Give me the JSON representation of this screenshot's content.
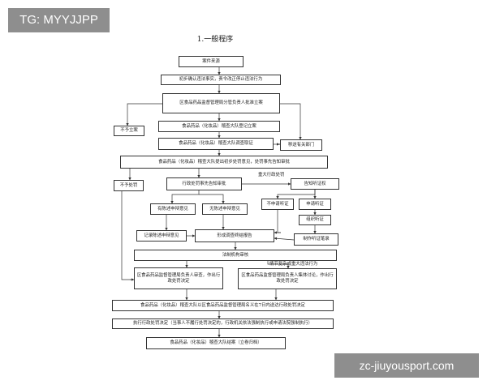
{
  "overlay": {
    "tg_label": "TG: MYYJJPP",
    "site_watermark": "zc-jiuyousport.com"
  },
  "diagram": {
    "title": "1.一般程序",
    "nodes": {
      "case_source": "案件来源",
      "preliminary": "初步确认违法事实，责令改正停止违法行为",
      "approval": "区食品药品监督管理局分管负责人批准立案",
      "not_filed": "不予立案",
      "register": "食品药品（化妆品）稽查大队登记立案",
      "investigate": "食品药品（化妆品）稽查大队调查取证",
      "transfer": "移送有关部门",
      "proposal": "食品药品（化妆品）稽查大队提出初步处罚意见，处罚事先告知审批",
      "no_penalty": "不予处罚",
      "notice": "行政处罚事先告知审批",
      "inform_hearing": "告知听证权",
      "no_apply": "不申请听证",
      "apply": "申请听证",
      "with_defense": "有陈述申辩意见",
      "without_defense": "无陈述申辩意见",
      "organize_hearing": "组织听证",
      "record_defense": "记录陈述申辩意见",
      "final_report": "形成调查终结报告",
      "hearing_record": "制作听证笔录",
      "legal_review": "法制机构审核",
      "decide_head": "区食品药品监督管理局负责人审查，作出行政处罚决定",
      "decide_collective": "区食品药品监督管理局负责人集体讨论，作出行政处罚决定",
      "deliver": "食品药品（化妆品）稽查大队以区食品药品监督管理局名义在7日内送达行政处罚决定",
      "execute": "执行行政处罚决定（当事人不履行处罚决定的，行政机关依法强制执行或申请法院强制执行）",
      "close": "食品药品（化妆品）稽查大队结案（立卷归档）"
    },
    "labels": {
      "major_case": "重大行政处罚",
      "complex_case": "情节复杂或重大违法行为"
    }
  }
}
